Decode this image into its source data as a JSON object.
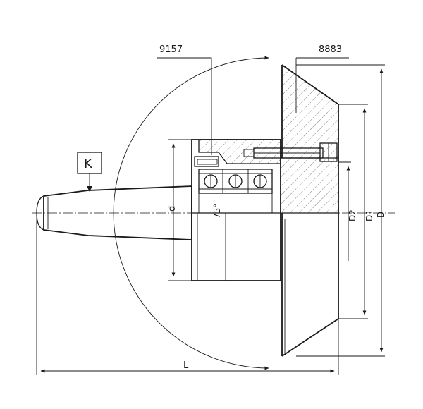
{
  "labels": {
    "part_a": "9157",
    "part_b": "8883",
    "k_box": "K",
    "dim_d": "d",
    "angle": "75°",
    "dim_d2": "D2",
    "dim_d1": "D1",
    "dim_D": "D",
    "dim_L": "L"
  },
  "colors": {
    "line": "#1a1a1a",
    "hatch": "#555555",
    "background": "#ffffff"
  }
}
